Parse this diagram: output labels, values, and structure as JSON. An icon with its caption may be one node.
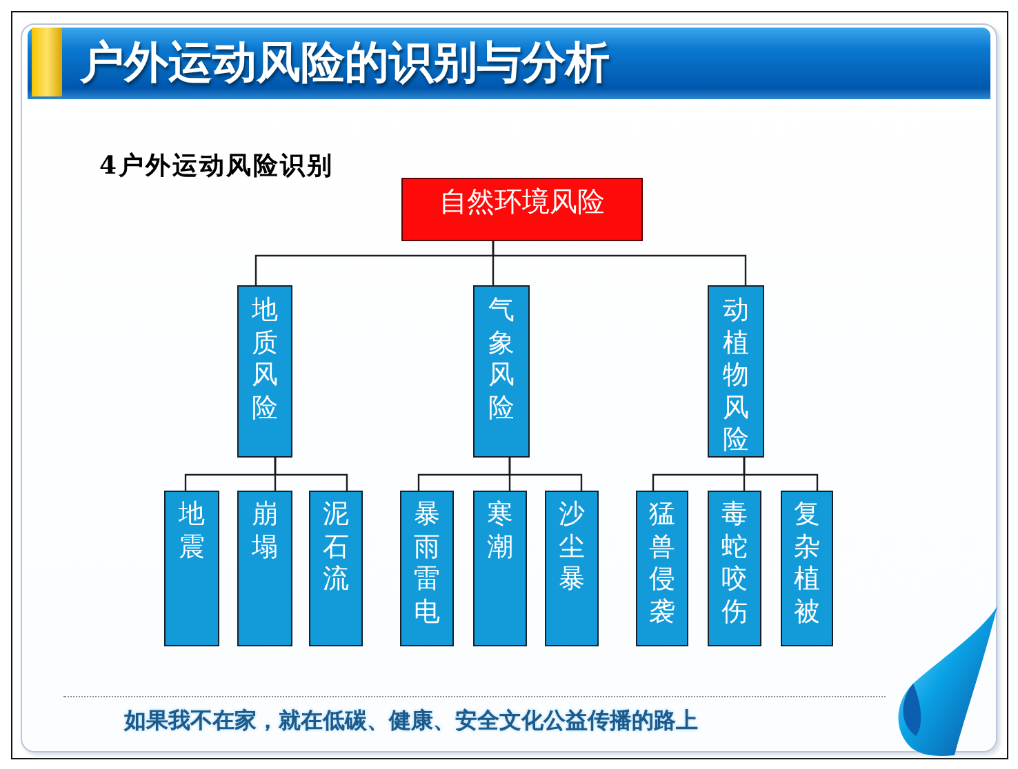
{
  "diagram": {
    "title": "户外运动风险的识别与分析",
    "nodes": [
      {
        "text": [
          "自然环境风险"
        ]
      },
      {
        "text": [
          "地质风险"
        ]
      },
      {
        "text": [
          "气象风险"
        ]
      },
      {
        "text": [
          "动植物风险"
        ]
      },
      {
        "text": [
          "地震"
        ]
      },
      {
        "text": [
          "崩塌"
        ]
      },
      {
        "text": [
          "泥石流"
        ]
      },
      {
        "text": [
          "暴雨雷电"
        ]
      },
      {
        "text": [
          "寒潮"
        ]
      },
      {
        "text": [
          "沙尘暴"
        ]
      },
      {
        "text": [
          "猛兽侵袭"
        ]
      },
      {
        "text": [
          "毒蛇咬伤"
        ]
      },
      {
        "text": [
          "复杂植被"
        ]
      }
    ],
    "edges": [
      {
        "from": 0,
        "to": 1,
        "arrow": "none"
      },
      {
        "from": 0,
        "to": 2,
        "arrow": "none"
      },
      {
        "from": 0,
        "to": 3,
        "arrow": "none"
      },
      {
        "from": 1,
        "to": 4,
        "arrow": "none"
      },
      {
        "from": 1,
        "to": 5,
        "arrow": "none"
      },
      {
        "from": 1,
        "to": 6,
        "arrow": "none"
      },
      {
        "from": 2,
        "to": 7,
        "arrow": "none"
      },
      {
        "from": 2,
        "to": 8,
        "arrow": "none"
      },
      {
        "from": 2,
        "to": 9,
        "arrow": "none"
      },
      {
        "from": 3,
        "to": 10,
        "arrow": "none"
      },
      {
        "from": 3,
        "to": 11,
        "arrow": "none"
      },
      {
        "from": 3,
        "to": 12,
        "arrow": "none"
      }
    ],
    "labels": [
      "4户外运动风险识别",
      "如果我不在家，就在低碳、健康、安全文化公益传播的路上"
    ]
  }
}
